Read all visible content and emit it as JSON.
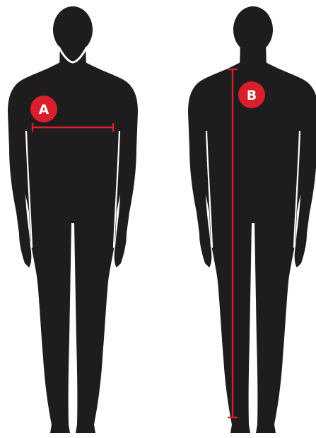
{
  "colors": {
    "silhouette": "#1e1c1c",
    "accent": "#d7202b",
    "background": "#ffffff",
    "collar": "#ffffff"
  },
  "figures": [
    {
      "view": "front",
      "marker": {
        "label": "A",
        "measurement": "chest"
      }
    },
    {
      "view": "back",
      "marker": {
        "label": "B",
        "measurement": "back length"
      }
    }
  ]
}
